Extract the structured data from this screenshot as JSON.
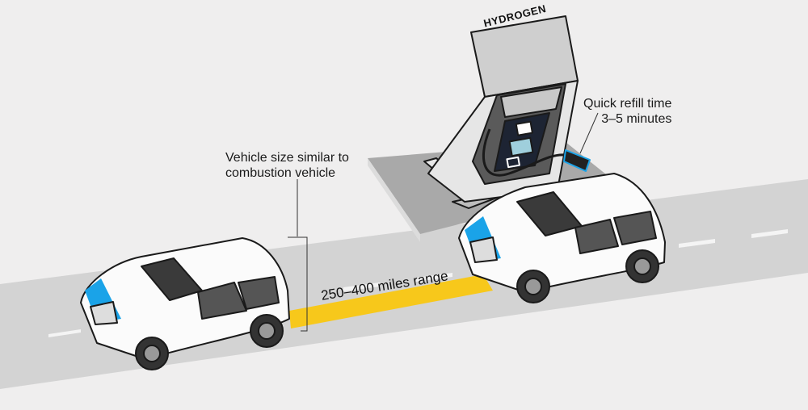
{
  "labels": {
    "vehicle_size": [
      "Vehicle size similar to",
      "combustion vehicle"
    ],
    "refill_time": [
      "Quick refill time",
      "3–5 minutes"
    ],
    "range": "250–400 miles range",
    "pump_sign": "HYDROGEN"
  },
  "colors": {
    "background": "#efeeee",
    "road": "#d3d3d3",
    "range_band": "#f7c81b",
    "headlight": "#1aa3e8",
    "screen": "#9fcfdc"
  }
}
